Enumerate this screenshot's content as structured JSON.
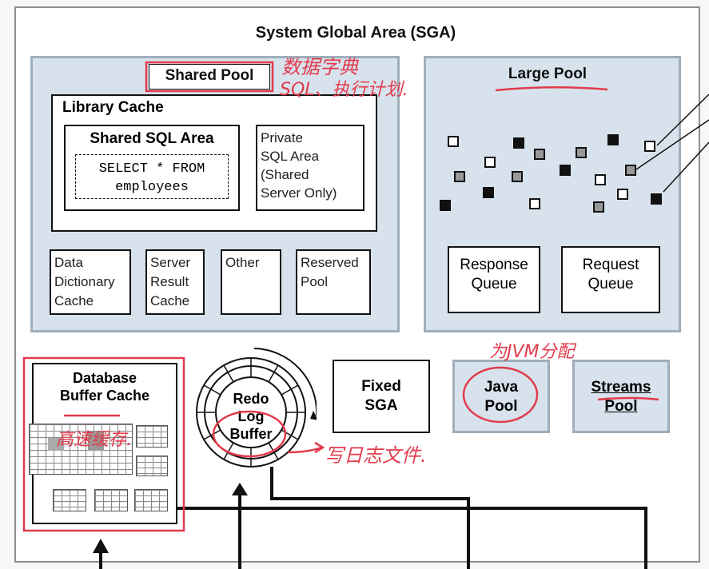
{
  "sga_title": "System Global Area (SGA)",
  "shared_pool": {
    "label": "Shared Pool",
    "library_cache": "Library Cache",
    "shared_sql_area": "Shared SQL Area",
    "sql_line1": "SELECT * FROM",
    "sql_line2": "employees",
    "private_sql": [
      "Private",
      "SQL Area",
      "(Shared",
      "Server Only)"
    ],
    "data_dictionary": [
      "Data",
      "Dictionary",
      "Cache"
    ],
    "server_result": [
      "Server",
      "Result",
      "Cache"
    ],
    "other": "Other",
    "reserved": [
      "Reserved",
      "Pool"
    ]
  },
  "large_pool": {
    "label": "Large Pool",
    "response_queue": [
      "Response",
      "Queue"
    ],
    "request_queue": [
      "Request",
      "Queue"
    ]
  },
  "buffer_cache": [
    "Database",
    "Buffer Cache"
  ],
  "redo": [
    "Redo",
    "Log",
    "Buffer"
  ],
  "fixed_sga": [
    "Fixed",
    "SGA"
  ],
  "java_pool": [
    "Java",
    "Pool"
  ],
  "streams_pool": [
    "Streams",
    "Pool"
  ],
  "annotations": {
    "shared_pool_1": "数据字典",
    "shared_pool_2": "SQL、执行计划.",
    "java": "为JVM分配",
    "buffer": "高速缓存.",
    "redo": "写日志文件."
  },
  "colors": {
    "pool_fill": "#d7e2ec",
    "annotation": "#e23b4c"
  }
}
